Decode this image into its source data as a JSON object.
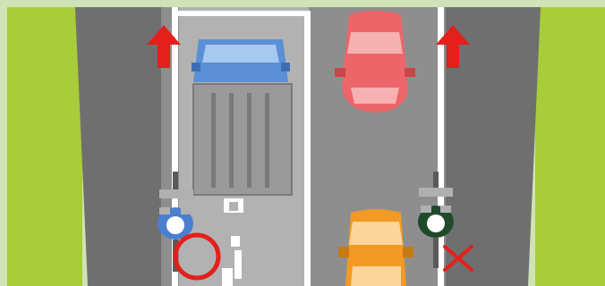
{
  "colors": {
    "frame": "#cfe3b6",
    "grass": "#a8cc3a",
    "sidewalk": "#6f6f6f",
    "road": "#8e8e8e",
    "bike_lane": "#b2b2b2",
    "lane_line": "#ffffff",
    "arrow": "#e3201b",
    "truck_cab": "#5b8fd6",
    "truck_bed": "#9a9a9a",
    "car_top": "#ec6669",
    "car_bottom": "#f29a24",
    "bike_rider_ok": "#4a7fd0",
    "bike_rider_ng": "#1f4a2a",
    "mark_ok": "#e3201b",
    "mark_ng": "#e3201b"
  },
  "symbols": {
    "ok": "circle-mark",
    "ng": "cross-mark",
    "direction": "up-arrow",
    "lane_marking": "bicycle-pictogram"
  }
}
